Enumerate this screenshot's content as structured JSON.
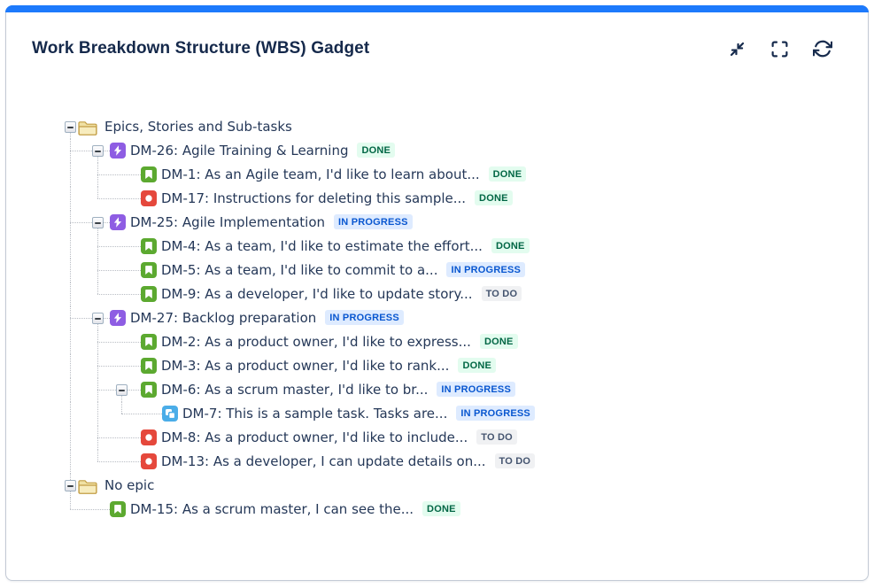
{
  "header": {
    "title": "Work Breakdown Structure (WBS) Gadget",
    "actions": [
      {
        "name": "collapse-all",
        "icon": "collapse-icon"
      },
      {
        "name": "fullscreen",
        "icon": "fullscreen-icon"
      },
      {
        "name": "refresh",
        "icon": "refresh-icon"
      }
    ]
  },
  "colors": {
    "accent_bar": "#1d7afc",
    "title_text": "#15294b",
    "tree_text": "#253858",
    "epic_icon": "#8e5de3",
    "story_icon": "#5ca930",
    "bug_icon": "#e5483c",
    "subtask_icon": "#4bade8",
    "folder_fill": "#f0e1a4",
    "folder_stroke": "#c29d44"
  },
  "statuses": {
    "DONE": {
      "bg": "#e3fcef",
      "fg": "#006644"
    },
    "IN PROGRESS": {
      "bg": "#deebff",
      "fg": "#0957d0"
    },
    "TO DO": {
      "bg": "#f0f1f3",
      "fg": "#44546f"
    }
  },
  "tree": {
    "rows": [
      {
        "level": 0,
        "icon": "folder",
        "label": "Epics, Stories and Sub-tasks",
        "badge": null,
        "toggle": true
      },
      {
        "level": 1,
        "icon": "epic",
        "label": "DM-26: Agile Training & Learning",
        "badge": "DONE",
        "toggle": true
      },
      {
        "level": 2,
        "icon": "story",
        "label": "DM-1: As an Agile team, I'd like to learn about...",
        "badge": "DONE",
        "toggle": false
      },
      {
        "level": 2,
        "icon": "bug",
        "label": "DM-17: Instructions for deleting this sample...",
        "badge": "DONE",
        "toggle": false
      },
      {
        "level": 1,
        "icon": "epic",
        "label": "DM-25: Agile Implementation",
        "badge": "IN PROGRESS",
        "toggle": true
      },
      {
        "level": 2,
        "icon": "story",
        "label": "DM-4: As a team, I'd like to estimate the effort...",
        "badge": "DONE",
        "toggle": false
      },
      {
        "level": 2,
        "icon": "story",
        "label": "DM-5: As a team, I'd like to commit to a...",
        "badge": "IN PROGRESS",
        "toggle": false
      },
      {
        "level": 2,
        "icon": "story",
        "label": "DM-9: As a developer, I'd like to update story...",
        "badge": "TO DO",
        "toggle": false
      },
      {
        "level": 1,
        "icon": "epic",
        "label": "DM-27: Backlog preparation",
        "badge": "IN PROGRESS",
        "toggle": true
      },
      {
        "level": 2,
        "icon": "story",
        "label": "DM-2: As a product owner, I'd like to express...",
        "badge": "DONE",
        "toggle": false
      },
      {
        "level": 2,
        "icon": "story",
        "label": "DM-3: As a product owner, I'd like to rank...",
        "badge": "DONE",
        "toggle": false
      },
      {
        "level": 2,
        "icon": "story",
        "label": "DM-6: As a scrum master, I'd like to br...",
        "badge": "IN PROGRESS",
        "toggle": true
      },
      {
        "level": 3,
        "icon": "subtask",
        "label": "DM-7: This is a sample task. Tasks are...",
        "badge": "IN PROGRESS",
        "toggle": false
      },
      {
        "level": 2,
        "icon": "bug",
        "label": "DM-8: As a product owner, I'd like to include...",
        "badge": "TO DO",
        "toggle": false
      },
      {
        "level": 2,
        "icon": "bug",
        "label": "DM-13: As a developer, I can update details on...",
        "badge": "TO DO",
        "toggle": false
      },
      {
        "level": 0,
        "icon": "folder",
        "label": "No epic",
        "badge": null,
        "toggle": true
      },
      {
        "level": 1,
        "icon": "story",
        "label": "DM-15: As a scrum master, I can see the...",
        "badge": "DONE",
        "toggle": false
      }
    ]
  }
}
